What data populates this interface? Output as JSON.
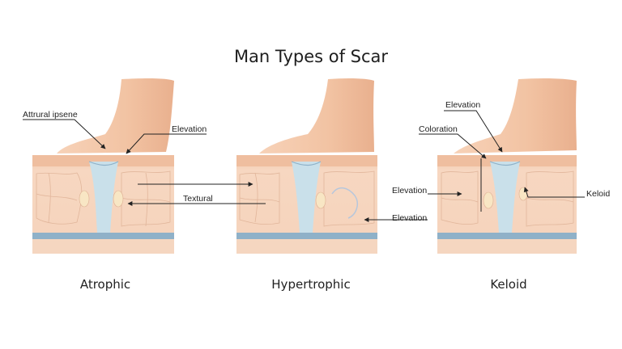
{
  "title": "Man Types of Scar",
  "colors": {
    "skin_top": "#f3c7a8",
    "skin_body": "#f6d4bc",
    "fat_cells": "#f1c7ad",
    "connective": "#c9e0ea",
    "base_line": "#8fb1c8",
    "finger": "#f2c09f"
  },
  "panels": [
    {
      "name": "atrophic",
      "label": "Atrophic"
    },
    {
      "name": "hypertrophic",
      "label": "Hypertrophic"
    },
    {
      "name": "keloid",
      "label": "Keloid"
    }
  ],
  "callouts": {
    "atrophic_top_left": "Attrural ipsene",
    "atrophic_elevation": "Elevation",
    "textural": "Textural",
    "center_elevation": "Elevation",
    "keloid_elevation_top": "Elevation",
    "keloid_coloration": "Coloration",
    "keloid_elevation_left": "Elevation",
    "keloid_right": "Keloid"
  }
}
